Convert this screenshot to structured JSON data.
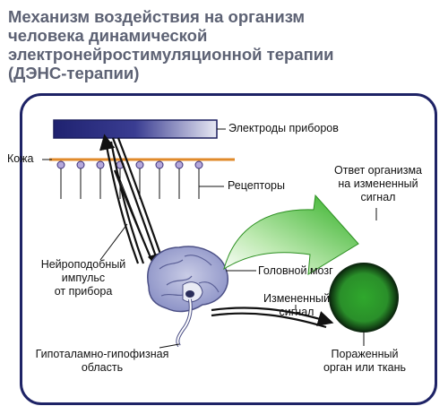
{
  "title_lines": [
    "Механизм воздействия на организм",
    "человека динамической",
    "электронейростимуляционной терапии",
    "(ДЭНС-терапии)"
  ],
  "labels": {
    "electrodes": "Электроды приборов",
    "skin": "Кожа",
    "receptors": "Рецепторы",
    "response_line1": "Ответ организма",
    "response_line2": "на измененный",
    "response_line3": "сигнал",
    "impulse_line1": "Нейроподобный",
    "impulse_line2": "импульс",
    "impulse_line3": "от прибора",
    "brain": "Головной мозг",
    "changed_line1": "Измененный",
    "changed_line2": "сигнал",
    "hypo_line1": "Гипоталамно-гипофизная",
    "hypo_line2": "область",
    "organ_line1": "Пораженный",
    "organ_line2": "орган или ткань"
  },
  "colors": {
    "frame": "#1e2366",
    "electrode": "#2a2d7a",
    "skin": "#e08a2a",
    "receptor": "#8a7ab8",
    "arrow_green": "#3dbb2c",
    "organ": "#2f9a2a"
  }
}
